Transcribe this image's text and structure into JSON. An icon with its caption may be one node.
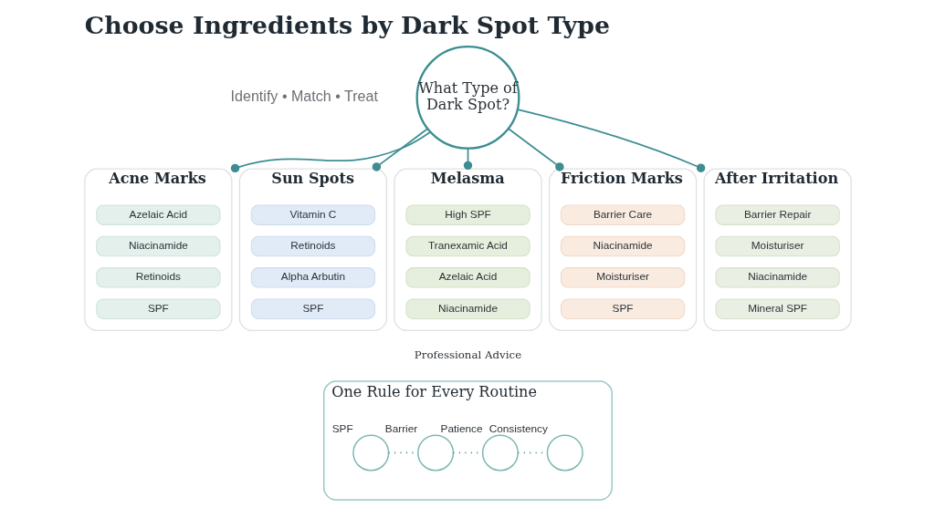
{
  "diagram": {
    "title": "Choose Ingredients by Dark Spot Type",
    "nodes": [
      {
        "text": [
          "What Type of Dark Spot?"
        ]
      },
      {
        "text": [
          "Acne Marks"
        ]
      },
      {
        "text": [
          "Azelaic Acid"
        ],
        "in": 1
      },
      {
        "text": [
          "Niacinamide"
        ],
        "in": 1
      },
      {
        "text": [
          "Retinoids"
        ],
        "in": 1
      },
      {
        "text": [
          "SPF"
        ],
        "in": 1
      },
      {
        "text": [
          "Sun Spots"
        ]
      },
      {
        "text": [
          "Vitamin C"
        ],
        "in": 6
      },
      {
        "text": [
          "Retinoids"
        ],
        "in": 6
      },
      {
        "text": [
          "Alpha Arbutin"
        ],
        "in": 6
      },
      {
        "text": [
          "SPF"
        ],
        "in": 6
      },
      {
        "text": [
          "Melasma"
        ]
      },
      {
        "text": [
          "High SPF"
        ],
        "in": 11
      },
      {
        "text": [
          "Tranexamic Acid"
        ],
        "in": 11
      },
      {
        "text": [
          "Azelaic Acid"
        ],
        "in": 11
      },
      {
        "text": [
          "Niacinamide"
        ],
        "in": 11
      },
      {
        "text": [
          "Friction Marks"
        ]
      },
      {
        "text": [
          "Barrier Care"
        ],
        "in": 16
      },
      {
        "text": [
          "Niacinamide"
        ],
        "in": 16
      },
      {
        "text": [
          "Moisturiser"
        ],
        "in": 16
      },
      {
        "text": [
          "SPF"
        ],
        "in": 16
      },
      {
        "text": [
          "After Irritation"
        ]
      },
      {
        "text": [
          "Barrier Repair"
        ],
        "in": 21
      },
      {
        "text": [
          "Moisturiser"
        ],
        "in": 21
      },
      {
        "text": [
          "Niacinamide"
        ],
        "in": 21
      },
      {
        "text": [
          "Mineral SPF"
        ],
        "in": 21
      },
      {
        "text": [
          "One Rule for Every Routine"
        ]
      },
      {
        "text": [],
        "shape": "circle",
        "in": 26,
        "beside": [
          "SPF"
        ]
      },
      {
        "text": [],
        "shape": "circle",
        "in": 26,
        "beside": [
          "Barrier"
        ]
      },
      {
        "text": [],
        "shape": "circle",
        "in": 26,
        "beside": [
          "Patience"
        ]
      },
      {
        "text": [],
        "shape": "circle",
        "in": 26,
        "beside": [
          "Consistency"
        ]
      }
    ],
    "edges": [
      {
        "from": 0,
        "to": 1,
        "arrow": "other"
      },
      {
        "from": 0,
        "to": 6,
        "arrow": "other"
      },
      {
        "from": 0,
        "to": 11,
        "arrow": "other"
      },
      {
        "from": 0,
        "to": 16,
        "arrow": "other"
      },
      {
        "from": 0,
        "to": 21,
        "arrow": "other"
      },
      {
        "from": 27,
        "to": 28,
        "arrow": "none",
        "style": "dashed"
      },
      {
        "from": 28,
        "to": 29,
        "arrow": "none",
        "style": "dashed"
      },
      {
        "from": 29,
        "to": 30,
        "arrow": "none",
        "style": "dashed"
      }
    ],
    "labels": [
      "Identify • Match • Treat",
      "Professional Advice"
    ]
  }
}
